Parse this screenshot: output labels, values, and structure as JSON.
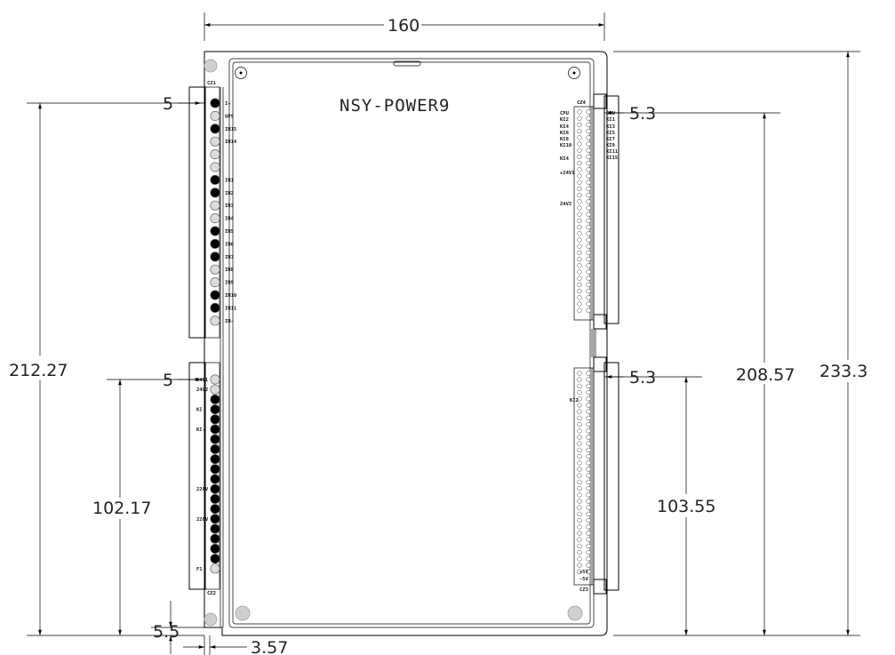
{
  "board": {
    "title": "NSY-POWER9",
    "connectors": {
      "cz1": "CZ1",
      "cz2": "CZ2",
      "cz3": "CZ3",
      "cz4": "CZ4"
    }
  },
  "dimensions": {
    "width": "160",
    "height_total": "233.3",
    "left_span": "212.27",
    "left_lower_span": "102.17",
    "right_span": "208.57",
    "right_lower_span": "103.55",
    "left_top_offset": "5",
    "left_mid_offset": "5",
    "right_top_offset": "5.3",
    "right_mid_offset": "5.3",
    "bottom_offset": "5.5",
    "edge_offset": "3.57"
  },
  "left_upper_terminals": [
    {
      "label": "I+",
      "filled": true
    },
    {
      "label": "GPS",
      "filled": false
    },
    {
      "label": "IN15",
      "filled": true
    },
    {
      "label": "IN14",
      "filled": false
    },
    {
      "label": "",
      "filled": false
    },
    {
      "label": "",
      "filled": false
    },
    {
      "label": "IN1",
      "filled": true
    },
    {
      "label": "IN2",
      "filled": true
    },
    {
      "label": "IN3",
      "filled": false
    },
    {
      "label": "IN4",
      "filled": false
    },
    {
      "label": "IN5",
      "filled": true
    },
    {
      "label": "IN6",
      "filled": true
    },
    {
      "label": "IN7",
      "filled": true
    },
    {
      "label": "IN8",
      "filled": false
    },
    {
      "label": "IN9",
      "filled": false
    },
    {
      "label": "IN10",
      "filled": true
    },
    {
      "label": "IN11",
      "filled": true
    },
    {
      "label": "IN-",
      "filled": false
    }
  ],
  "left_lower_terminals": [
    {
      "label": "24V1",
      "filled": false
    },
    {
      "label": "24V2",
      "filled": false
    },
    {
      "label": "",
      "filled": true
    },
    {
      "label": "KI",
      "filled": true
    },
    {
      "label": "",
      "filled": true
    },
    {
      "label": "KI-",
      "filled": true
    },
    {
      "label": "",
      "filled": true
    },
    {
      "label": "",
      "filled": true
    },
    {
      "label": "",
      "filled": true
    },
    {
      "label": "",
      "filled": true
    },
    {
      "label": "",
      "filled": true
    },
    {
      "label": "220V",
      "filled": true
    },
    {
      "label": "",
      "filled": true
    },
    {
      "label": "",
      "filled": true
    },
    {
      "label": "220V",
      "filled": true
    },
    {
      "label": "",
      "filled": true
    },
    {
      "label": "",
      "filled": true
    },
    {
      "label": "",
      "filled": true
    },
    {
      "label": "",
      "filled": true
    },
    {
      "label": "F1",
      "filled": false
    }
  ],
  "cz4_left_labels": [
    "CPU",
    "KI2",
    "KI4",
    "KI6",
    "KI8",
    "KI10",
    "KI4",
    "+24V1",
    "24V2"
  ],
  "cz4_right_labels": [
    "CPU",
    "KI1",
    "KI3",
    "KI5",
    "KI7",
    "KI9",
    "KI11",
    "KI15"
  ],
  "cz3_labels": [
    "KI2",
    "+5V",
    "-5V"
  ]
}
